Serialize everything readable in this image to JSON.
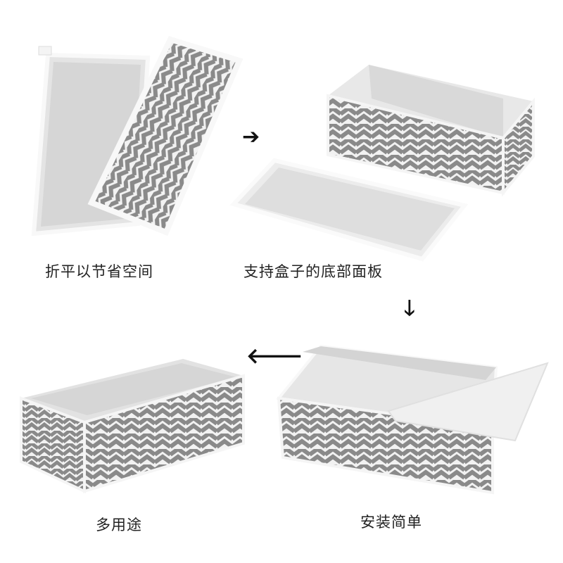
{
  "captions": {
    "step1": "折平以节省空间",
    "step2": "支持盒子的底部面板",
    "step3": "安装简单",
    "step4": "多用途"
  },
  "arrows": {
    "right": "➔",
    "down": "🡓",
    "left": "🡐"
  },
  "colors": {
    "chevron_dark": "#8a8a8a",
    "chevron_light": "#f2f2f2",
    "fabric_inner": "#e3e3e3",
    "trim": "#f7f7f7",
    "text": "#222222"
  }
}
